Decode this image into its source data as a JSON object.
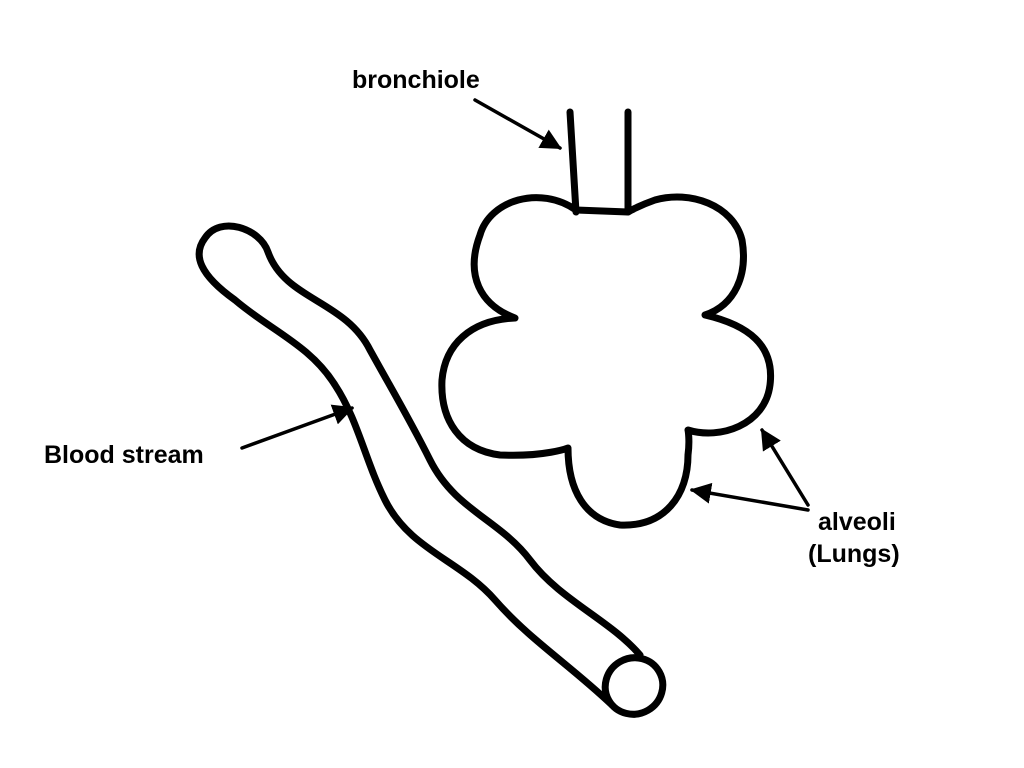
{
  "labels": {
    "bronchiole": "bronchiole",
    "blood_stream": "Blood stream",
    "alveoli_line1": "alveoli",
    "alveoli_line2": "(Lungs)"
  },
  "colors": {
    "stroke": "#000000",
    "background": "#ffffff"
  }
}
